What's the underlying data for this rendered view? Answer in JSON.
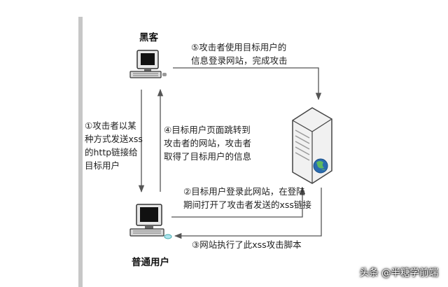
{
  "roles": {
    "hacker": "黑客",
    "user": "普通用户"
  },
  "steps": {
    "s1": "①攻击者以某\n种方式发送xss\n的http链接给\n目标用户",
    "s2": "②目标用户登录此网站，在登陆\n期间打开了攻击者发送的xss链接",
    "s3": "③网站执行了此xss攻击脚本",
    "s4": "④目标用户页面跳转到\n攻击者的网站，攻击者\n取得了目标用户的信息",
    "s5": "⑤攻击者使用目标用户的\n信息登录网站，完成攻击"
  },
  "watermark": "头条 @半糖学前端",
  "icons": {
    "hacker": "computer-icon",
    "user": "computer-icon",
    "server": "server-icon"
  },
  "colors": {
    "line": "#555555",
    "globe": "#2a6bb0"
  }
}
